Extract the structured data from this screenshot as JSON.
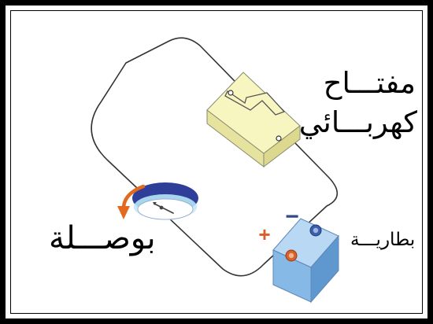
{
  "labels": {
    "switch_line1": "مفتـــاح",
    "switch_line2": "كهربـــائي",
    "compass": "بوصـــلة",
    "battery": "بطاريـــة"
  },
  "battery_terminals": {
    "negative": "−",
    "positive": "+"
  },
  "colors": {
    "wire": "#333333",
    "switch_fill": "#f8f6c0",
    "switch_stroke": "#8a8a70",
    "compass_ring": "#2f3f99",
    "compass_inner": "#a9d4ee",
    "arrow": "#e26a1e",
    "battery_front": "#86b9e6",
    "battery_top": "#b8d8f4",
    "battery_side": "#5f98cf",
    "terminal_negative": "#3b5fad",
    "terminal_positive": "#d8602a",
    "sign_negative": "#2f4b8a",
    "sign_positive": "#d8602a"
  },
  "icons": {
    "compass": "compass-icon",
    "rotation_arrow": "rotation-arrow-icon",
    "switch": "knife-switch-icon",
    "battery": "battery-icon"
  }
}
